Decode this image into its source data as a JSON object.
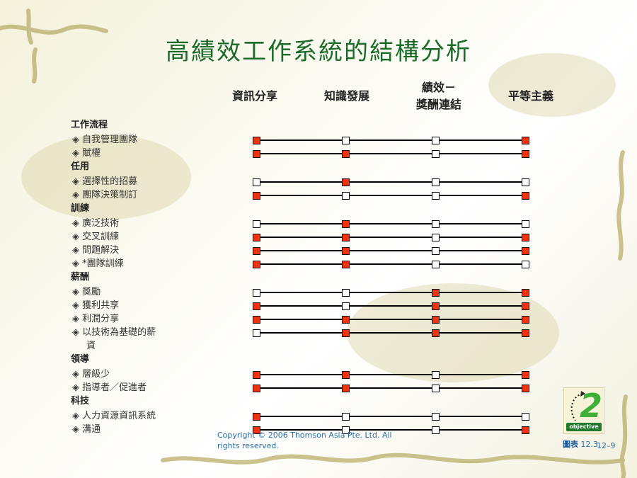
{
  "title": "高績效工作系統的結構分析",
  "columns": [
    "資訊分享",
    "知識發展",
    "績效－\n獎酬連結",
    "平等主義"
  ],
  "column_lines": [
    [
      "資訊分享"
    ],
    [
      "知識發展"
    ],
    [
      "績效－",
      "獎酬連結"
    ],
    [
      "平等主義"
    ]
  ],
  "sections": [
    {
      "category": "工作流程",
      "rows": [
        {
          "label": "◈ 自我管理團隊",
          "marks": [
            1,
            0,
            0,
            1
          ]
        },
        {
          "label": "◈ 賦權",
          "marks": [
            1,
            1,
            0,
            1
          ]
        }
      ]
    },
    {
      "category": "任用",
      "rows": [
        {
          "label": "◈ 選擇性的招募",
          "marks": [
            0,
            1,
            0,
            0
          ]
        },
        {
          "label": "◈ 團隊決策制訂",
          "marks": [
            1,
            0,
            0,
            1
          ]
        }
      ]
    },
    {
      "category": "訓練",
      "rows": [
        {
          "label": "◈ 廣泛技術",
          "marks": [
            0,
            1,
            0,
            0
          ]
        },
        {
          "label": "◈ 交叉訓練",
          "marks": [
            1,
            1,
            0,
            1
          ]
        },
        {
          "label": "◈ 問題解決",
          "marks": [
            1,
            1,
            0,
            1
          ]
        },
        {
          "label": "◈ *團隊訓練",
          "marks": [
            1,
            1,
            0,
            0
          ]
        }
      ]
    },
    {
      "category": "薪酬",
      "rows": [
        {
          "label": "◈ 獎勵",
          "marks": [
            0,
            0,
            1,
            1
          ]
        },
        {
          "label": "◈ 獲利共享",
          "marks": [
            1,
            0,
            1,
            1
          ]
        },
        {
          "label": "◈ 利潤分享",
          "marks": [
            1,
            1,
            1,
            1
          ]
        },
        {
          "label": "◈ 以技術為基礎的薪",
          "label2": "資",
          "marks": [
            0,
            1,
            1,
            1
          ]
        }
      ]
    },
    {
      "category": "領導",
      "rows": [
        {
          "label": "◈ 層級少",
          "marks": [
            1,
            1,
            0,
            1
          ]
        },
        {
          "label": "◈ 指導者／促進者",
          "marks": [
            1,
            1,
            0,
            1
          ]
        }
      ]
    },
    {
      "category": "科技",
      "rows": [
        {
          "label": "◈ 人力資源資訊系統",
          "marks": [
            1,
            0,
            0,
            0
          ]
        },
        {
          "label": "◈ 溝通",
          "marks": [
            1,
            0,
            0,
            1
          ]
        }
      ]
    }
  ],
  "copyright": "Copyright © 2006 Thomson Asia Pte. Ltd. All rights reserved.",
  "objective_badge": {
    "number": "2",
    "label": "objective"
  },
  "figure_label": {
    "prefix": "圖表",
    "number": "12.3"
  },
  "page_number": "12–9",
  "colors": {
    "filled": "#ee3311",
    "title": "#1a6b2a",
    "link": "#2a6ea8"
  }
}
